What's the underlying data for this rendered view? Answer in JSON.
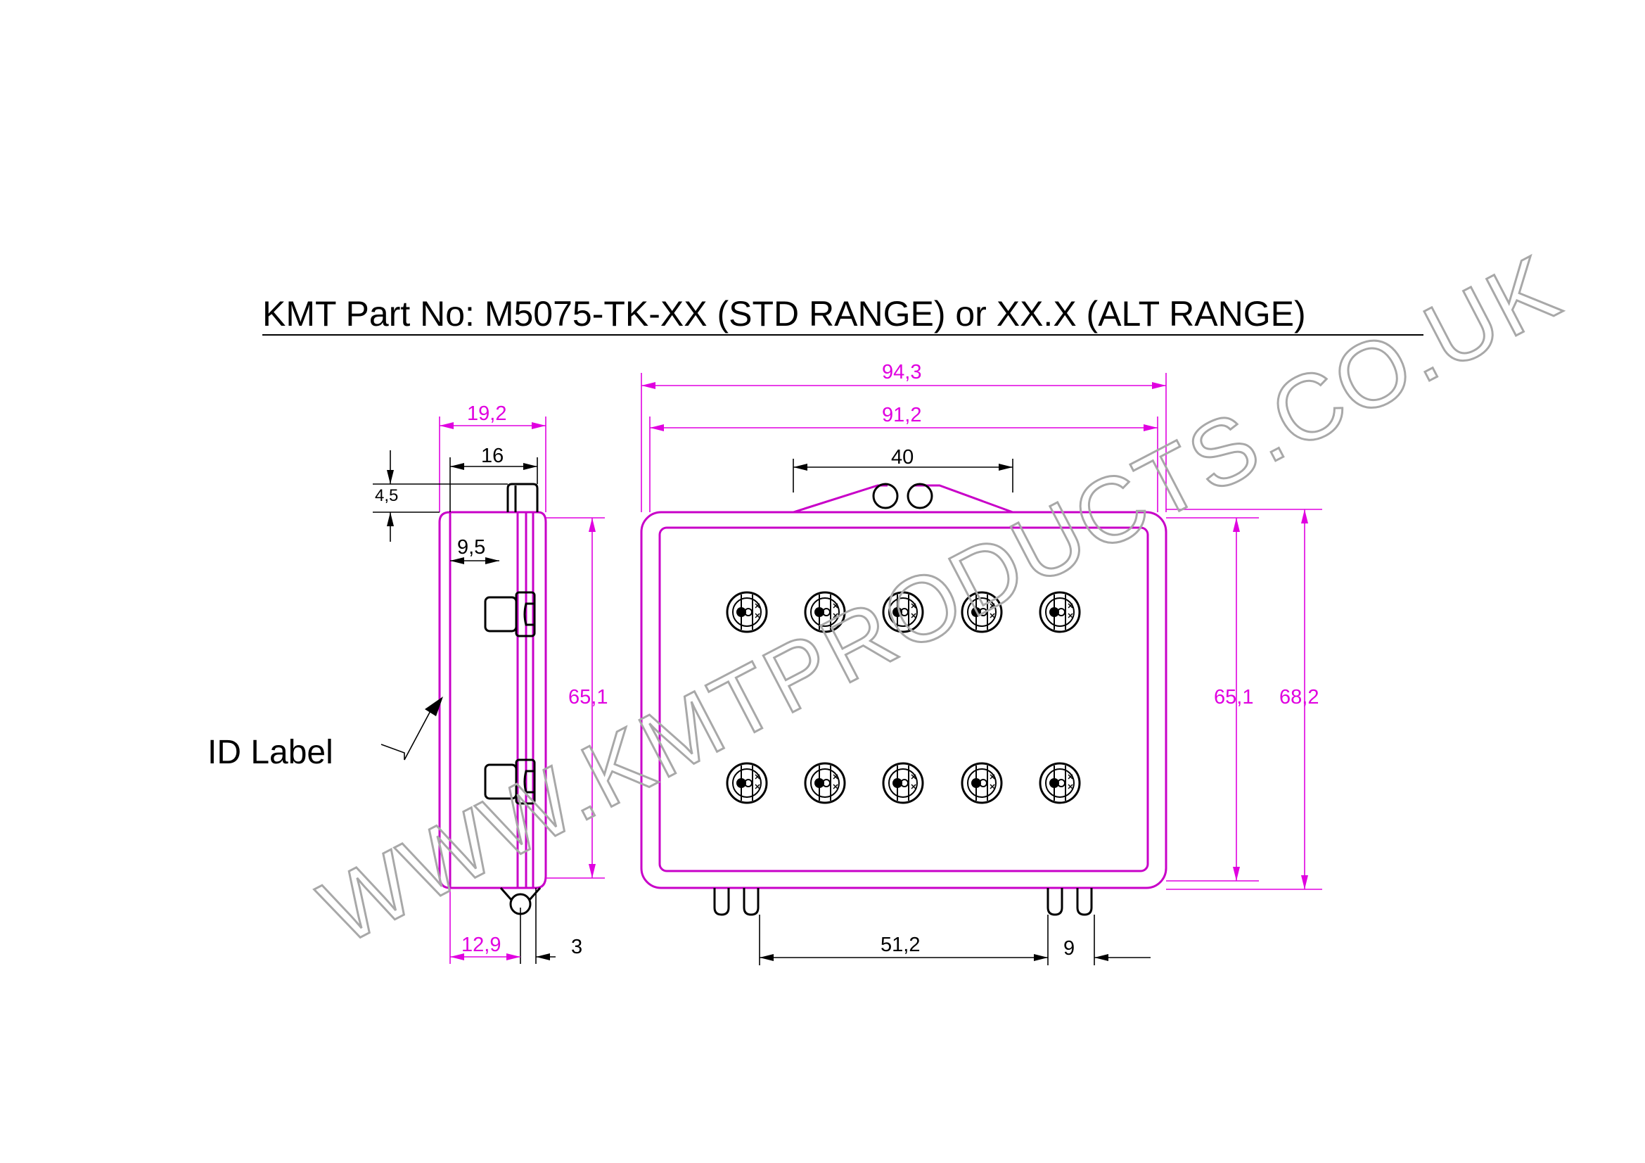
{
  "title": "KMT Part No: M5075-TK-XX (STD RANGE) or XX.X (ALT RANGE)",
  "side_view": {
    "dims": {
      "overall_depth": "19,2",
      "body_depth": "16",
      "top_stub": "4,5",
      "inner_offset": "9,5",
      "height": "65,1",
      "bottom_offset": "12,9",
      "tail": "3"
    },
    "id_label": "ID Label"
  },
  "front_view": {
    "dims": {
      "overall_width": "94,3",
      "body_width": "91,2",
      "top_tab_width": "40",
      "inner_height": "65,1",
      "overall_height": "68,2",
      "foot_spacing": "51,2",
      "foot_width": "9"
    },
    "terminal_rows": 2,
    "terminals_per_row": 5
  },
  "watermark": "WWW.KMTPRODUCTS.CO.UK",
  "colors": {
    "dimension": "#e000e0",
    "outline": "#c800c8",
    "watermark": "#a8a8a8"
  }
}
